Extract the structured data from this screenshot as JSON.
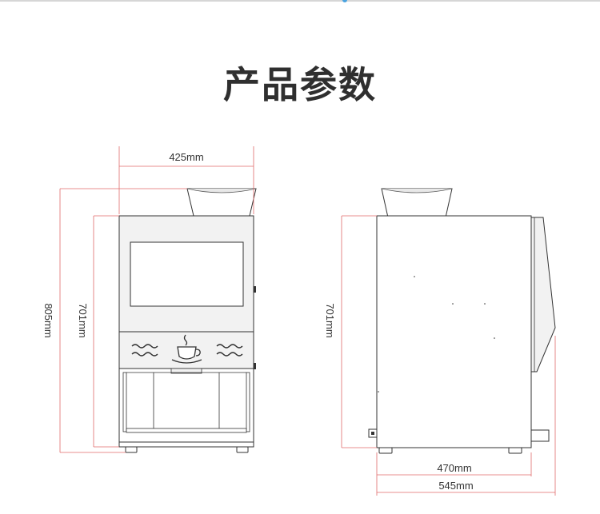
{
  "page": {
    "title": "产品参数"
  },
  "dimensions": {
    "width_front": "425mm",
    "height_total": "805mm",
    "height_body_front": "701mm",
    "height_body_side": "701mm",
    "depth_body": "470mm",
    "depth_total": "545mm"
  },
  "colors": {
    "dimension_line": "#e06a6a",
    "outline": "#333333",
    "panel_fill": "#f0f0f0",
    "title": "#2f2f2f"
  },
  "icons": {
    "coffee_cup": "coffee-cup-icon",
    "steam_wave": "wave-icon"
  }
}
